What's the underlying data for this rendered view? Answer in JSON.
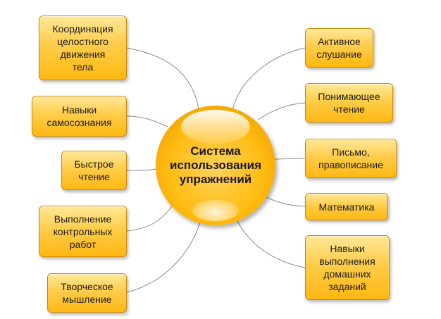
{
  "center": {
    "label": "Система\nиспользования\nупражнений"
  },
  "left_nodes": [
    {
      "label": "Координация\nцелостного\nдвижения\nтела"
    },
    {
      "label": "Навыки\nсамосознания"
    },
    {
      "label": "Быстрое\nчтение"
    },
    {
      "label": "Выполнение\nконтрольных\nработ"
    },
    {
      "label": "Творческое\nмышление"
    }
  ],
  "right_nodes": [
    {
      "label": "Активное\nслушание"
    },
    {
      "label": "Понимающее\nчтение"
    },
    {
      "label": "Письмо,\nправописание"
    },
    {
      "label": "Математика"
    },
    {
      "label": "Навыки\nвыполнения\nдомашних\nзаданий"
    }
  ],
  "colors": {
    "node_fill": "#ffc533",
    "node_border": "#d08a00",
    "connector": "#8a8a8a"
  }
}
